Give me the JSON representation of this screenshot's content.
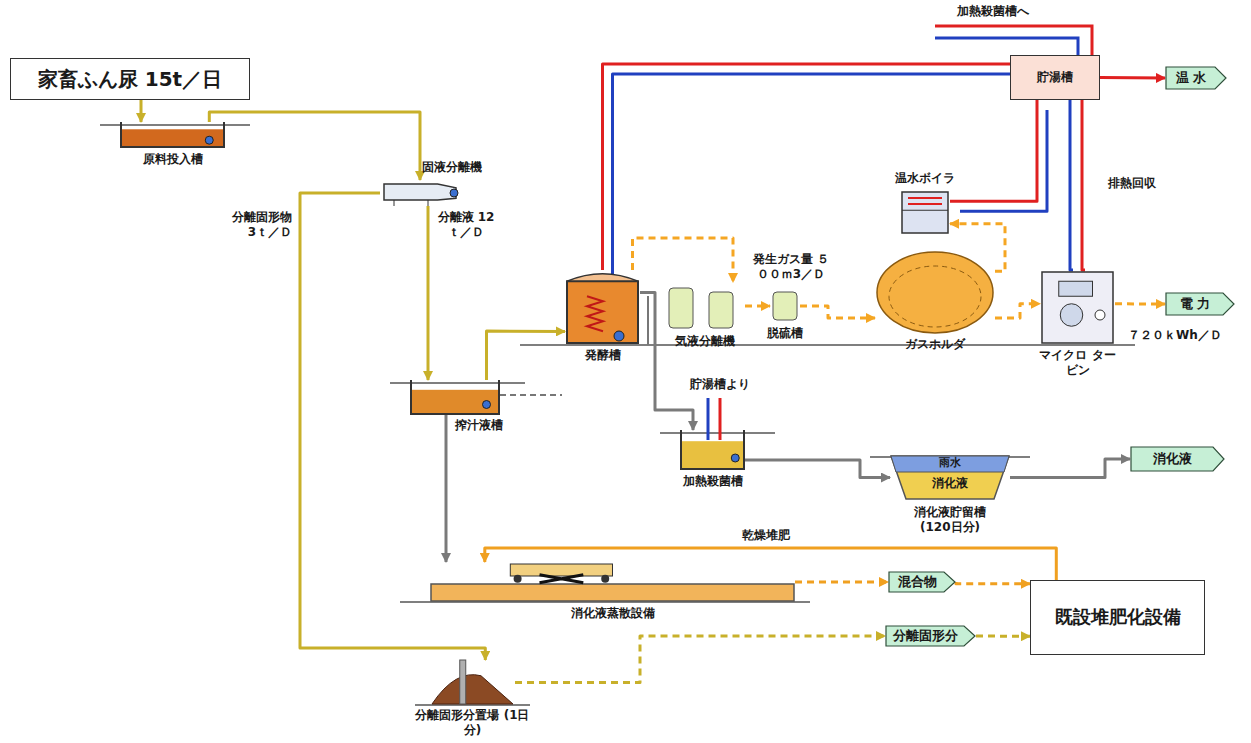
{
  "diagram": {
    "nodes": [
      {
        "text": [
          "家畜ふん尿 15t／日"
        ]
      },
      {
        "text": [
          "原料投入槽"
        ]
      },
      {
        "text": [
          "固液分離機"
        ]
      },
      {
        "text": [
          "発酵槽"
        ]
      },
      {
        "text": [
          "気液分離機"
        ]
      },
      {
        "text": [
          "脱硫槽"
        ]
      },
      {
        "text": [
          "ガスホルダ"
        ]
      },
      {
        "text": [
          "マイクロ タービン"
        ]
      },
      {
        "text": [
          "温水ボイラ"
        ]
      },
      {
        "text": [
          "貯湯槽"
        ]
      },
      {
        "text": [
          "搾汁液槽"
        ]
      },
      {
        "text": [
          "加熱殺菌槽"
        ]
      },
      {
        "text": [
          "雨水",
          "消化液",
          "消化液貯留槽 (120日分)"
        ]
      },
      {
        "text": [
          "消化液蒸散設備"
        ]
      },
      {
        "text": [
          "既設堆肥化設備"
        ]
      },
      {
        "text": [
          "分離固形分置場 (1日分)"
        ]
      },
      {
        "text": [
          "温 水"
        ]
      },
      {
        "text": [
          "電 力"
        ]
      },
      {
        "text": [
          "消化液"
        ]
      },
      {
        "text": [
          "混合物"
        ]
      },
      {
        "text": [
          "分離固形分"
        ]
      }
    ],
    "edges": [
      {
        "from": 0,
        "to": 1,
        "arrow": "to"
      },
      {
        "from": 1,
        "to": 2,
        "arrow": "to"
      },
      {
        "from": 2,
        "to": 10,
        "arrow": "to",
        "label": "分離液 12ｔ／Ｄ"
      },
      {
        "from": 2,
        "to": 15,
        "arrow": "to",
        "label": "分離固形物 3ｔ／Ｄ"
      },
      {
        "from": 10,
        "to": 3,
        "arrow": "to"
      },
      {
        "from": 3,
        "to": 4,
        "arrow": "to"
      },
      {
        "from": 4,
        "to": 5,
        "arrow": "to"
      },
      {
        "from": 5,
        "to": 6,
        "arrow": "to",
        "label": "発生ガス量 ５００ｍ3／Ｄ"
      },
      {
        "from": 6,
        "to": 7,
        "arrow": "to"
      },
      {
        "from": 6,
        "to": 8,
        "arrow": "to"
      },
      {
        "from": 7,
        "to": 17,
        "arrow": "to"
      },
      {
        "from": 9,
        "to": 16,
        "arrow": "to"
      },
      {
        "from": 9,
        "to": 3,
        "arrow": "none"
      },
      {
        "from": 7,
        "to": 9,
        "arrow": "none"
      },
      {
        "from": 8,
        "to": 9,
        "arrow": "none"
      },
      {
        "from": 3,
        "to": 11,
        "arrow": "to"
      },
      {
        "from": 11,
        "to": 12,
        "arrow": "to"
      },
      {
        "from": 12,
        "to": 18,
        "arrow": "to"
      },
      {
        "from": 14,
        "to": 13,
        "arrow": "to",
        "label": "乾燥堆肥"
      },
      {
        "from": 10,
        "to": 13,
        "arrow": "to"
      },
      {
        "from": 13,
        "to": 19,
        "arrow": "to"
      },
      {
        "from": 19,
        "to": 14,
        "arrow": "to"
      },
      {
        "from": 15,
        "to": 20,
        "arrow": "to"
      },
      {
        "from": 20,
        "to": 14,
        "arrow": "to"
      }
    ],
    "labels": [
      "加熱殺菌槽へ",
      "排熱回収",
      "７２０ｋWh／Ｄ",
      "貯湯槽より"
    ]
  }
}
